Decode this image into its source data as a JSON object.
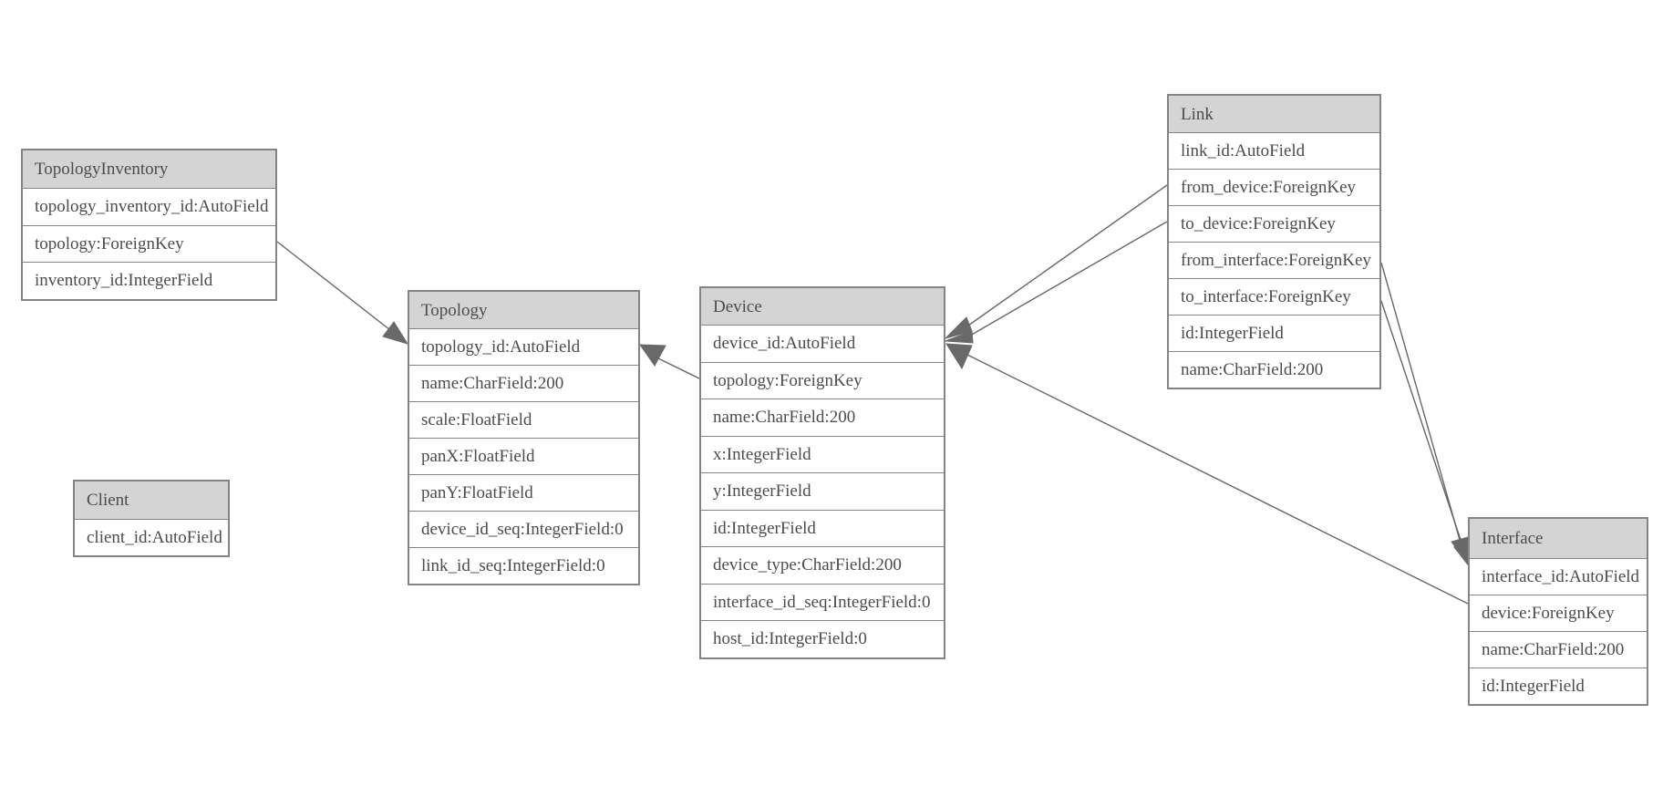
{
  "diagram": {
    "colors": {
      "background": "#ffffff",
      "header_fill": "#d4d4d4",
      "border": "#848484",
      "text": "#4c4c4c",
      "edge_line": "#666666",
      "arrowhead_fill": "#696969"
    },
    "tables": [
      {
        "id": "topology_inventory",
        "title": "TopologyInventory",
        "fields": [
          "topology_inventory_id:AutoField",
          "topology:ForeignKey",
          "inventory_id:IntegerField"
        ]
      },
      {
        "id": "topology",
        "title": "Topology",
        "fields": [
          "topology_id:AutoField",
          "name:CharField:200",
          "scale:FloatField",
          "panX:FloatField",
          "panY:FloatField",
          "device_id_seq:IntegerField:0",
          "link_id_seq:IntegerField:0"
        ]
      },
      {
        "id": "client",
        "title": "Client",
        "fields": [
          "client_id:AutoField"
        ]
      },
      {
        "id": "device",
        "title": "Device",
        "fields": [
          "device_id:AutoField",
          "topology:ForeignKey",
          "name:CharField:200",
          "x:IntegerField",
          "y:IntegerField",
          "id:IntegerField",
          "device_type:CharField:200",
          "interface_id_seq:IntegerField:0",
          "host_id:IntegerField:0"
        ]
      },
      {
        "id": "link",
        "title": "Link",
        "fields": [
          "link_id:AutoField",
          "from_device:ForeignKey",
          "to_device:ForeignKey",
          "from_interface:ForeignKey",
          "to_interface:ForeignKey",
          "id:IntegerField",
          "name:CharField:200"
        ]
      },
      {
        "id": "interface",
        "title": "Interface",
        "fields": [
          "interface_id:AutoField",
          "device:ForeignKey",
          "name:CharField:200",
          "id:IntegerField"
        ]
      }
    ],
    "edges": [
      {
        "from": "TopologyInventory.topology",
        "to": "Topology"
      },
      {
        "from": "Device.topology",
        "to": "Topology"
      },
      {
        "from": "Link.from_device",
        "to": "Device"
      },
      {
        "from": "Link.to_device",
        "to": "Device"
      },
      {
        "from": "Link.from_interface",
        "to": "Interface"
      },
      {
        "from": "Link.to_interface",
        "to": "Interface"
      },
      {
        "from": "Interface.device",
        "to": "Device"
      }
    ]
  }
}
